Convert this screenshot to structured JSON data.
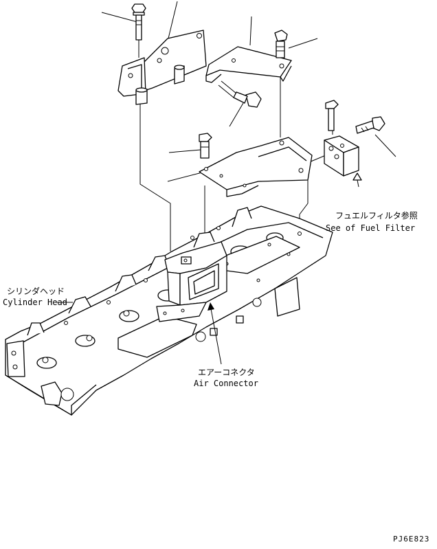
{
  "labels": {
    "fuel_filter_jp": "フュエルフィルタ参照",
    "fuel_filter_en": "See of Fuel Filter",
    "cylinder_head_jp": "シリンダヘッド",
    "cylinder_head_en": "Cylinder Head",
    "air_connector_jp": "エアーコネクタ",
    "air_connector_en": "Air Connector"
  },
  "drawing_code": "PJ6E823"
}
